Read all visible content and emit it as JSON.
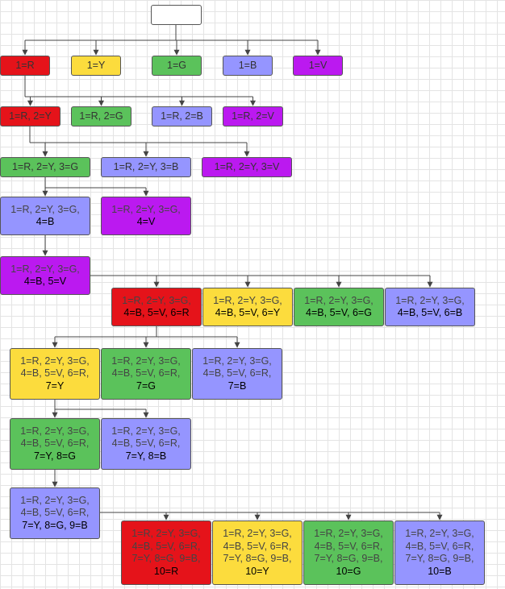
{
  "colors": {
    "R": "#e5131a",
    "Y": "#fcdc3d",
    "G": "#5bc25b",
    "B": "#9595ff",
    "V": "#bb19f0",
    "root": "#ffffff"
  },
  "nodes": [
    {
      "id": "root",
      "color": "root",
      "lines": []
    },
    {
      "id": "n1r",
      "color": "R",
      "lines": [
        "1=R"
      ]
    },
    {
      "id": "n1y",
      "color": "Y",
      "lines": [
        "1=Y"
      ]
    },
    {
      "id": "n1g",
      "color": "G",
      "lines": [
        "1=G"
      ]
    },
    {
      "id": "n1b",
      "color": "B",
      "lines": [
        "1=B"
      ]
    },
    {
      "id": "n1v",
      "color": "V",
      "lines": [
        "1=V"
      ]
    },
    {
      "id": "n2y",
      "color": "R",
      "lines": [
        "1=R, 2=Y"
      ]
    },
    {
      "id": "n2g",
      "color": "G",
      "lines": [
        "1=R, 2=G"
      ]
    },
    {
      "id": "n2b",
      "color": "B",
      "lines": [
        "1=R, 2=B"
      ]
    },
    {
      "id": "n2v",
      "color": "V",
      "lines": [
        "1=R, 2=V"
      ]
    },
    {
      "id": "n3g",
      "color": "G",
      "lines": [
        "1=R, 2=Y, 3=G"
      ]
    },
    {
      "id": "n3b",
      "color": "B",
      "lines": [
        "1=R, 2=Y, 3=B"
      ]
    },
    {
      "id": "n3v",
      "color": "V",
      "lines": [
        "1=R, 2=Y, 3=V"
      ]
    },
    {
      "id": "n4b",
      "color": "B",
      "lines": [
        "1=R, 2=Y, 3=G,",
        "4=B"
      ]
    },
    {
      "id": "n4v",
      "color": "V",
      "lines": [
        "1=R, 2=Y, 3=G,",
        "4=V"
      ]
    },
    {
      "id": "n5v",
      "color": "V",
      "lines": [
        "1=R, 2=Y, 3=G,",
        "4=B, 5=V"
      ]
    },
    {
      "id": "n6r",
      "color": "R",
      "lines": [
        "1=R, 2=Y, 3=G,",
        "4=B, 5=V, 6=R"
      ]
    },
    {
      "id": "n6y",
      "color": "Y",
      "lines": [
        "1=R, 2=Y, 3=G,",
        "4=B, 5=V, 6=Y"
      ]
    },
    {
      "id": "n6g",
      "color": "G",
      "lines": [
        "1=R, 2=Y, 3=G,",
        "4=B, 5=V, 6=G"
      ]
    },
    {
      "id": "n6b",
      "color": "B",
      "lines": [
        "1=R, 2=Y, 3=G,",
        "4=B, 5=V, 6=B"
      ]
    },
    {
      "id": "n7y",
      "color": "Y",
      "lines": [
        "1=R, 2=Y, 3=G,",
        "4=B, 5=V, 6=R,",
        "7=Y"
      ]
    },
    {
      "id": "n7g",
      "color": "G",
      "lines": [
        "1=R, 2=Y, 3=G,",
        "4=B, 5=V, 6=R,",
        "7=G"
      ]
    },
    {
      "id": "n7b",
      "color": "B",
      "lines": [
        "1=R, 2=Y, 3=G,",
        "4=B, 5=V, 6=R,",
        "7=B"
      ]
    },
    {
      "id": "n8g",
      "color": "G",
      "lines": [
        "1=R, 2=Y, 3=G,",
        "4=B, 5=V, 6=R,",
        "7=Y, 8=G"
      ]
    },
    {
      "id": "n8b",
      "color": "B",
      "lines": [
        "1=R, 2=Y, 3=G,",
        "4=B, 5=V, 6=R,",
        "7=Y, 8=B"
      ]
    },
    {
      "id": "n9b",
      "color": "B",
      "lines": [
        "1=R, 2=Y, 3=G,",
        "4=B, 5=V, 6=R,",
        "7=Y, 8=G, 9=B"
      ]
    },
    {
      "id": "n10r",
      "color": "R",
      "lines": [
        "1=R, 2=Y, 3=G,",
        "4=B, 5=V, 6=R,",
        "7=Y, 8=G, 9=B,",
        "10=R"
      ]
    },
    {
      "id": "n10y",
      "color": "Y",
      "lines": [
        "1=R, 2=Y, 3=G,",
        "4=B, 5=V, 6=R,",
        "7=Y, 8=G, 9=B,",
        "10=Y"
      ]
    },
    {
      "id": "n10g",
      "color": "G",
      "lines": [
        "1=R, 2=Y, 3=G,",
        "4=B, 5=V, 6=R,",
        "7=Y, 8=G, 9=B,",
        "10=G"
      ]
    },
    {
      "id": "n10b",
      "color": "B",
      "lines": [
        "1=R, 2=Y, 3=G,",
        "4=B, 5=V, 6=R,",
        "7=Y, 8=G, 9=B,",
        "10=B"
      ]
    }
  ],
  "edges": [
    {
      "from": "root",
      "to": [
        "n1r",
        "n1y",
        "n1g",
        "n1b",
        "n1v"
      ]
    },
    {
      "from": "n1r",
      "to": [
        "n2y",
        "n2g",
        "n2b",
        "n2v"
      ]
    },
    {
      "from": "n2y",
      "to": [
        "n3g",
        "n3b",
        "n3v"
      ]
    },
    {
      "from": "n3g",
      "to": [
        "n4b",
        "n4v"
      ]
    },
    {
      "from": "n4b",
      "to": [
        "n5v"
      ]
    },
    {
      "from": "n5v",
      "to": [
        "n6r",
        "n6y",
        "n6g",
        "n6b"
      ]
    },
    {
      "from": "n6r",
      "to": [
        "n7y",
        "n7g",
        "n7b"
      ]
    },
    {
      "from": "n7y",
      "to": [
        "n8g",
        "n8b"
      ]
    },
    {
      "from": "n8g",
      "to": [
        "n9b"
      ]
    },
    {
      "from": "n9b",
      "to": [
        "n10r",
        "n10y",
        "n10g",
        "n10b"
      ]
    }
  ]
}
